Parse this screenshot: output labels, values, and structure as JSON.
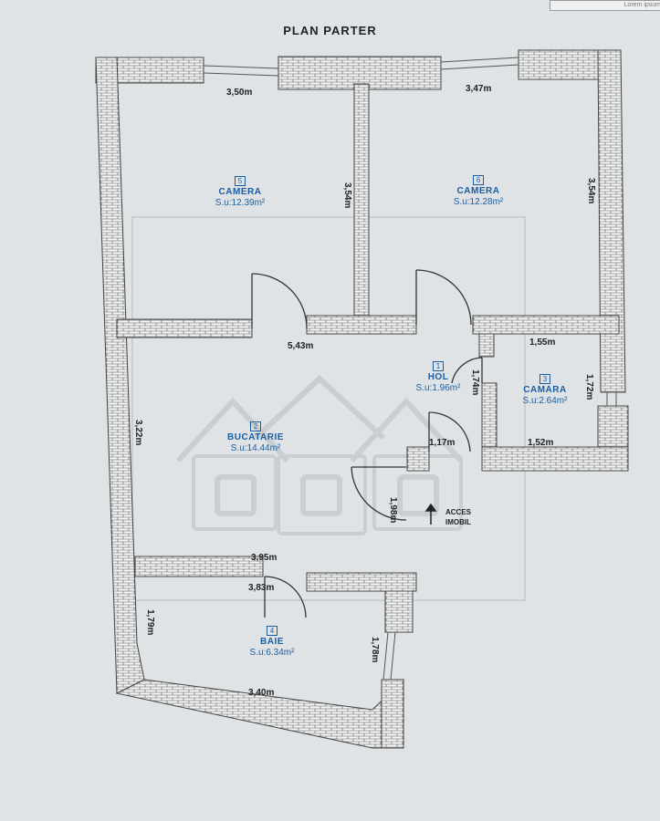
{
  "corner_label": "Lorem ipsum",
  "title": "PLAN PARTER",
  "rooms": [
    {
      "number": "5",
      "name": "CAMERA",
      "area": "S.u:12.39m²"
    },
    {
      "number": "6",
      "name": "CAMERA",
      "area": "S.u:12.28m²"
    },
    {
      "number": "1",
      "name": "HOL",
      "area": "S.u:1.96m²"
    },
    {
      "number": "3",
      "name": "CAMARA",
      "area": "S.u:2.64m²"
    },
    {
      "number": "2",
      "name": "BUCATARIE",
      "area": "S.u:14.44m²"
    },
    {
      "number": "4",
      "name": "BAIE",
      "area": "S.u:6.34m²"
    }
  ],
  "dimensions": {
    "camera5_width": "3,50m",
    "camera6_width": "3,47m",
    "camera5_depth": "3,54m",
    "camera6_depth": "3,54m",
    "corridor_length": "5,43m",
    "camara_top": "1,55m",
    "hol_depth": "1,74m",
    "camara_depth": "1,72m",
    "hol_width": "1,17m",
    "camara_bottom": "1,52m",
    "kitchen_depth": "3,22m",
    "entry_depth": "1,98m",
    "baie_top_outer": "3,95m",
    "baie_top_inner": "3,83m",
    "baie_left": "1,79m",
    "baie_right": "1,78m",
    "baie_bottom": "3,40m"
  },
  "access_label_line1": "ACCES",
  "access_label_line2": "IMOBIL"
}
